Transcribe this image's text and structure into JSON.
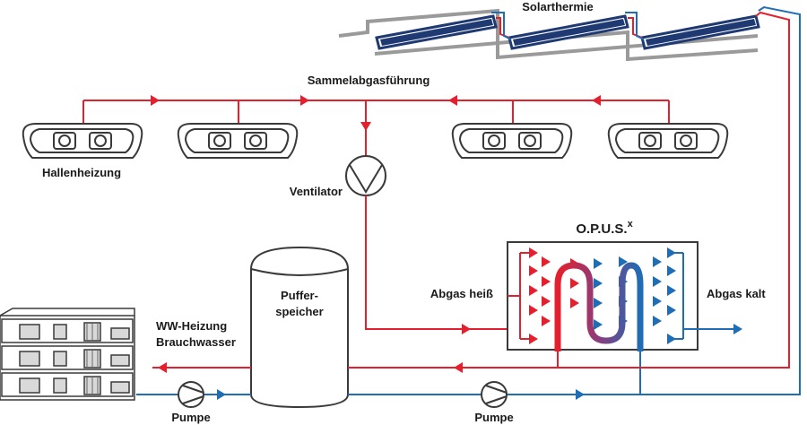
{
  "labels": {
    "solar": "Solarthermie",
    "collector_line": "Sammelabgasführung",
    "hall_heating": "Hallenheizung",
    "fan": "Ventilator",
    "opus": "O.P.U.S.",
    "opus_sup": "x",
    "buffer_line1": "Puffer-",
    "buffer_line2": "speicher",
    "exhaust_hot": "Abgas heiß",
    "exhaust_cold": "Abgas kalt",
    "ww_line1": "WW-Heizung",
    "ww_line2": "Brauchwasser",
    "pump_left": "Pumpe",
    "pump_right": "Pumpe"
  },
  "colors": {
    "hot": "#e4202e",
    "cold": "#1f6db5",
    "outline": "#3a3a3a",
    "roof": "#9a9a9a",
    "panel": "#1f3a73"
  }
}
